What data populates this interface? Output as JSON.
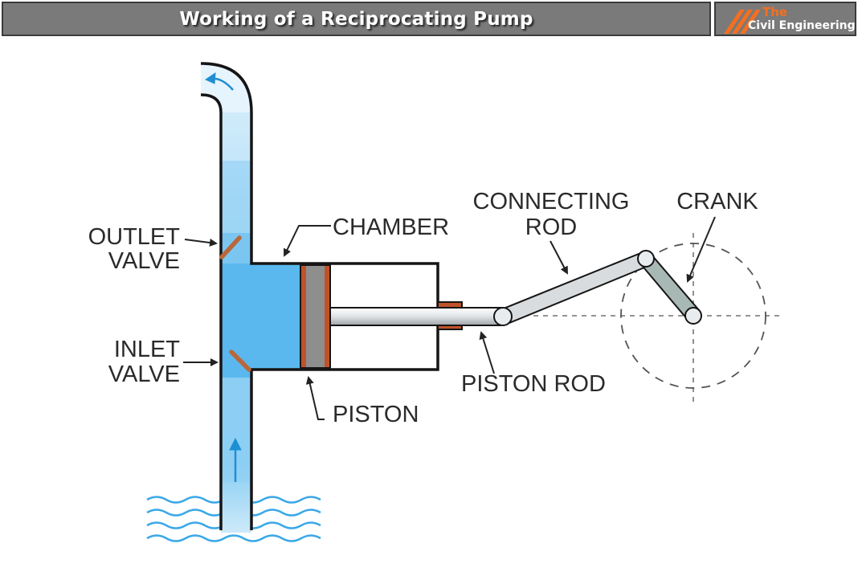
{
  "header": {
    "title": "Working of a Reciprocating Pump",
    "logo": {
      "line1": "The",
      "line2": "Civil Engineering",
      "icon": "stripes-logo-icon"
    }
  },
  "labels": {
    "outlet_valve": [
      "OUTLET",
      "VALVE"
    ],
    "inlet_valve": [
      "INLET",
      "VALVE"
    ],
    "chamber": "CHAMBER",
    "piston": "PISTON",
    "piston_rod": "PISTON ROD",
    "connecting_rod": [
      "CONNECTING",
      "ROD"
    ],
    "crank": "CRANK"
  },
  "colors": {
    "water": "#5ab8ee",
    "water_light": "#e4f3fc",
    "valve": "#b9673a",
    "piston_face": "#c0522a",
    "piston_body": "#8e8e8e",
    "rod": "#d8dcdf",
    "crank_arm": "#a8b8b5",
    "arrow_blue": "#1f8fd3",
    "header_bg": "#7a7a7a",
    "logo_orange": "#f36f21"
  }
}
